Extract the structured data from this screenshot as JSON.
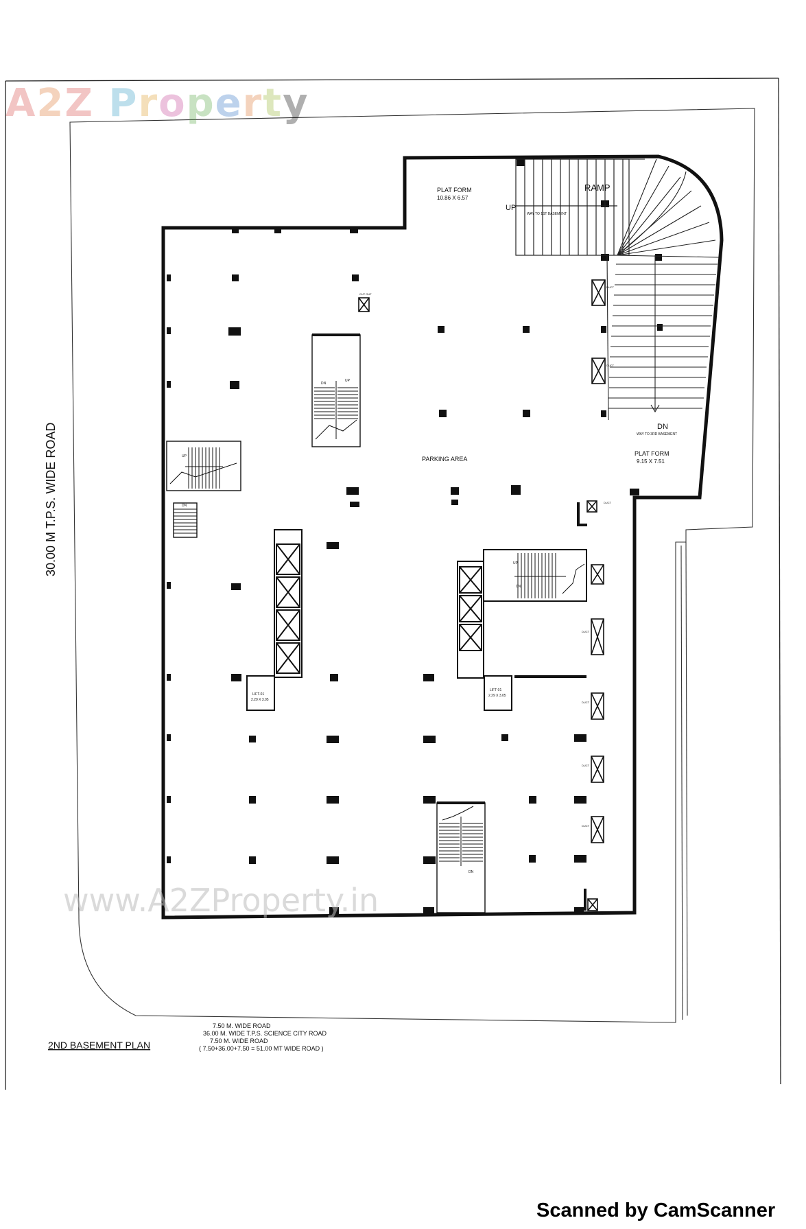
{
  "watermark": {
    "logo_letters": [
      "A",
      "2",
      "Z",
      " ",
      "P",
      "r",
      "o",
      "p",
      "e",
      "r",
      "t",
      "y"
    ],
    "url": "www.A2ZProperty.in"
  },
  "labels": {
    "side_road": "30.00 M  T.P.S. WIDE ROAD",
    "plan_title": "2ND BASEMENT  PLAN",
    "platform_top": "PLAT FORM",
    "platform_top_size": "10.86 X 6.57",
    "ramp": "RAMP",
    "up": "UP",
    "up_note": "WAY TO 1ST BASEMENT",
    "dn": "DN",
    "dn_note": "WAY TO 3RD BASEMENT",
    "platform_right": "PLAT FORM",
    "platform_right_size": "9.15 X 7.51",
    "parking": "PARKING AREA",
    "stair_up": "UP",
    "stair_dn": "DN",
    "lift_small": "LIFT-01",
    "lift_small_size": "2.29 X 3.05",
    "cut_out": "CUT OUT",
    "duct": "DUCT"
  },
  "road_notes": [
    "7.50 M. WIDE  ROAD",
    "36.00 M. WIDE  T.P.S. SCIENCE CITY ROAD",
    "7.50 M. WIDE  ROAD",
    "( 7.50+36.00+7.50 = 51.00 MT WIDE ROAD )"
  ],
  "footer": {
    "scanner": "Scanned by CamScanner"
  }
}
